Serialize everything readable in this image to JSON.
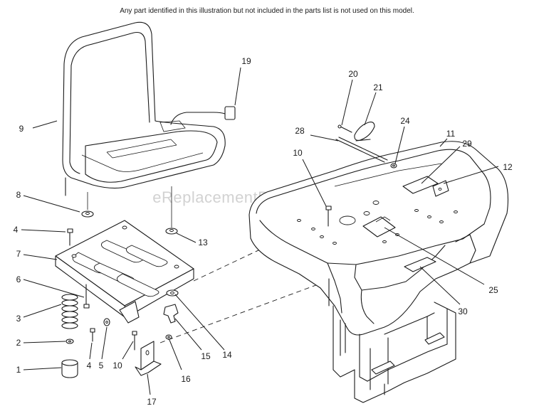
{
  "note": "Any part identified in this illustration but not included in the parts list is not used on this model.",
  "watermark": "eReplacementParts.com",
  "callouts": {
    "c1": "1",
    "c2": "2",
    "c3": "3",
    "c4a": "4",
    "c4b": "4",
    "c5": "5",
    "c6": "6",
    "c7": "7",
    "c8": "8",
    "c9": "9",
    "c10a": "10",
    "c10b": "10",
    "c11": "11",
    "c12": "12",
    "c13": "13",
    "c14": "14",
    "c15": "15",
    "c16": "16",
    "c17": "17",
    "c19": "19",
    "c20": "20",
    "c21": "21",
    "c24": "24",
    "c25": "25",
    "c28": "28",
    "c29": "29",
    "c30": "30"
  }
}
